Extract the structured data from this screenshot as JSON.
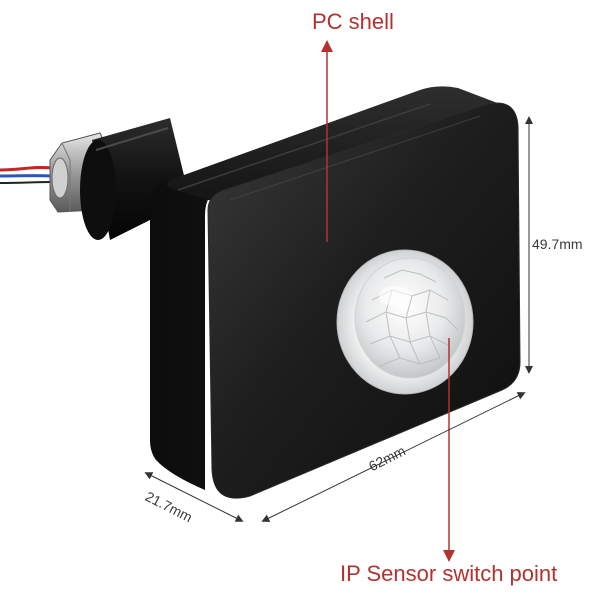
{
  "callouts": {
    "top": "PC shell",
    "bottom": "IP Sensor switch point"
  },
  "dimensions": {
    "height": "49.7mm",
    "width": "62mm",
    "depth": "21.7mm"
  },
  "colors": {
    "callout_text": "#b3322e",
    "callout_arrow": "#b3322e",
    "dimension_text": "#3a3a3a",
    "dimension_line": "#333333",
    "shell": "#1b1b1b",
    "lens": "#ecedee"
  }
}
